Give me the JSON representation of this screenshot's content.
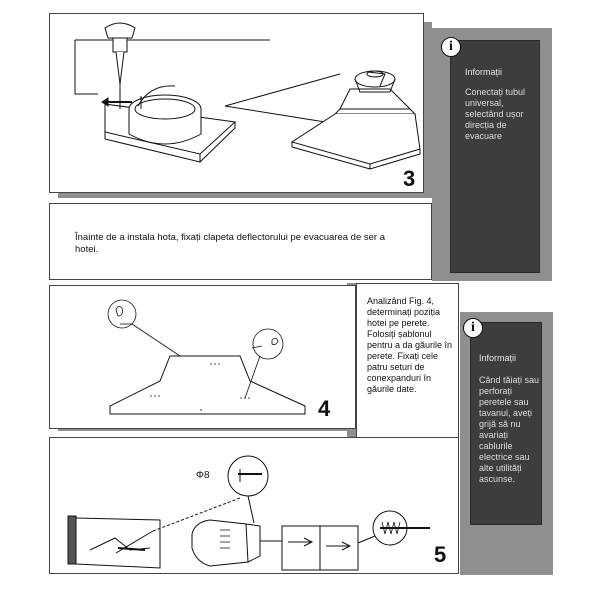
{
  "steps": [
    {
      "number": "3"
    },
    {
      "number": "4"
    },
    {
      "number": "5"
    }
  ],
  "step3_note": "Înainte de a instala hota, fixați clapeta deflectorului pe evacuarea de ser a hotei.",
  "step4_note": "Analizând Fig. 4, determinați poziția hotei pe perete. Folosiți șablonul pentru a da găurile în perete. Fixați cele patru seturi de conexpanduri în găurile date.",
  "info_boxes": [
    {
      "icon": "i",
      "title": "Informații",
      "text": "Conectați tubul universal, selectând ușor direcția de evacuare"
    },
    {
      "icon": "i",
      "title": "Informații",
      "text": "Când tăiați sau perforați peretele sau tavanul, aveți grijă să nu avariați cablurile electrice sau alte utilități ascunse."
    }
  ],
  "drill_label": "Φ8",
  "colors": {
    "shadow": "#8f8f8f",
    "info_panel": "#3d3d3d",
    "border": "#444444"
  }
}
